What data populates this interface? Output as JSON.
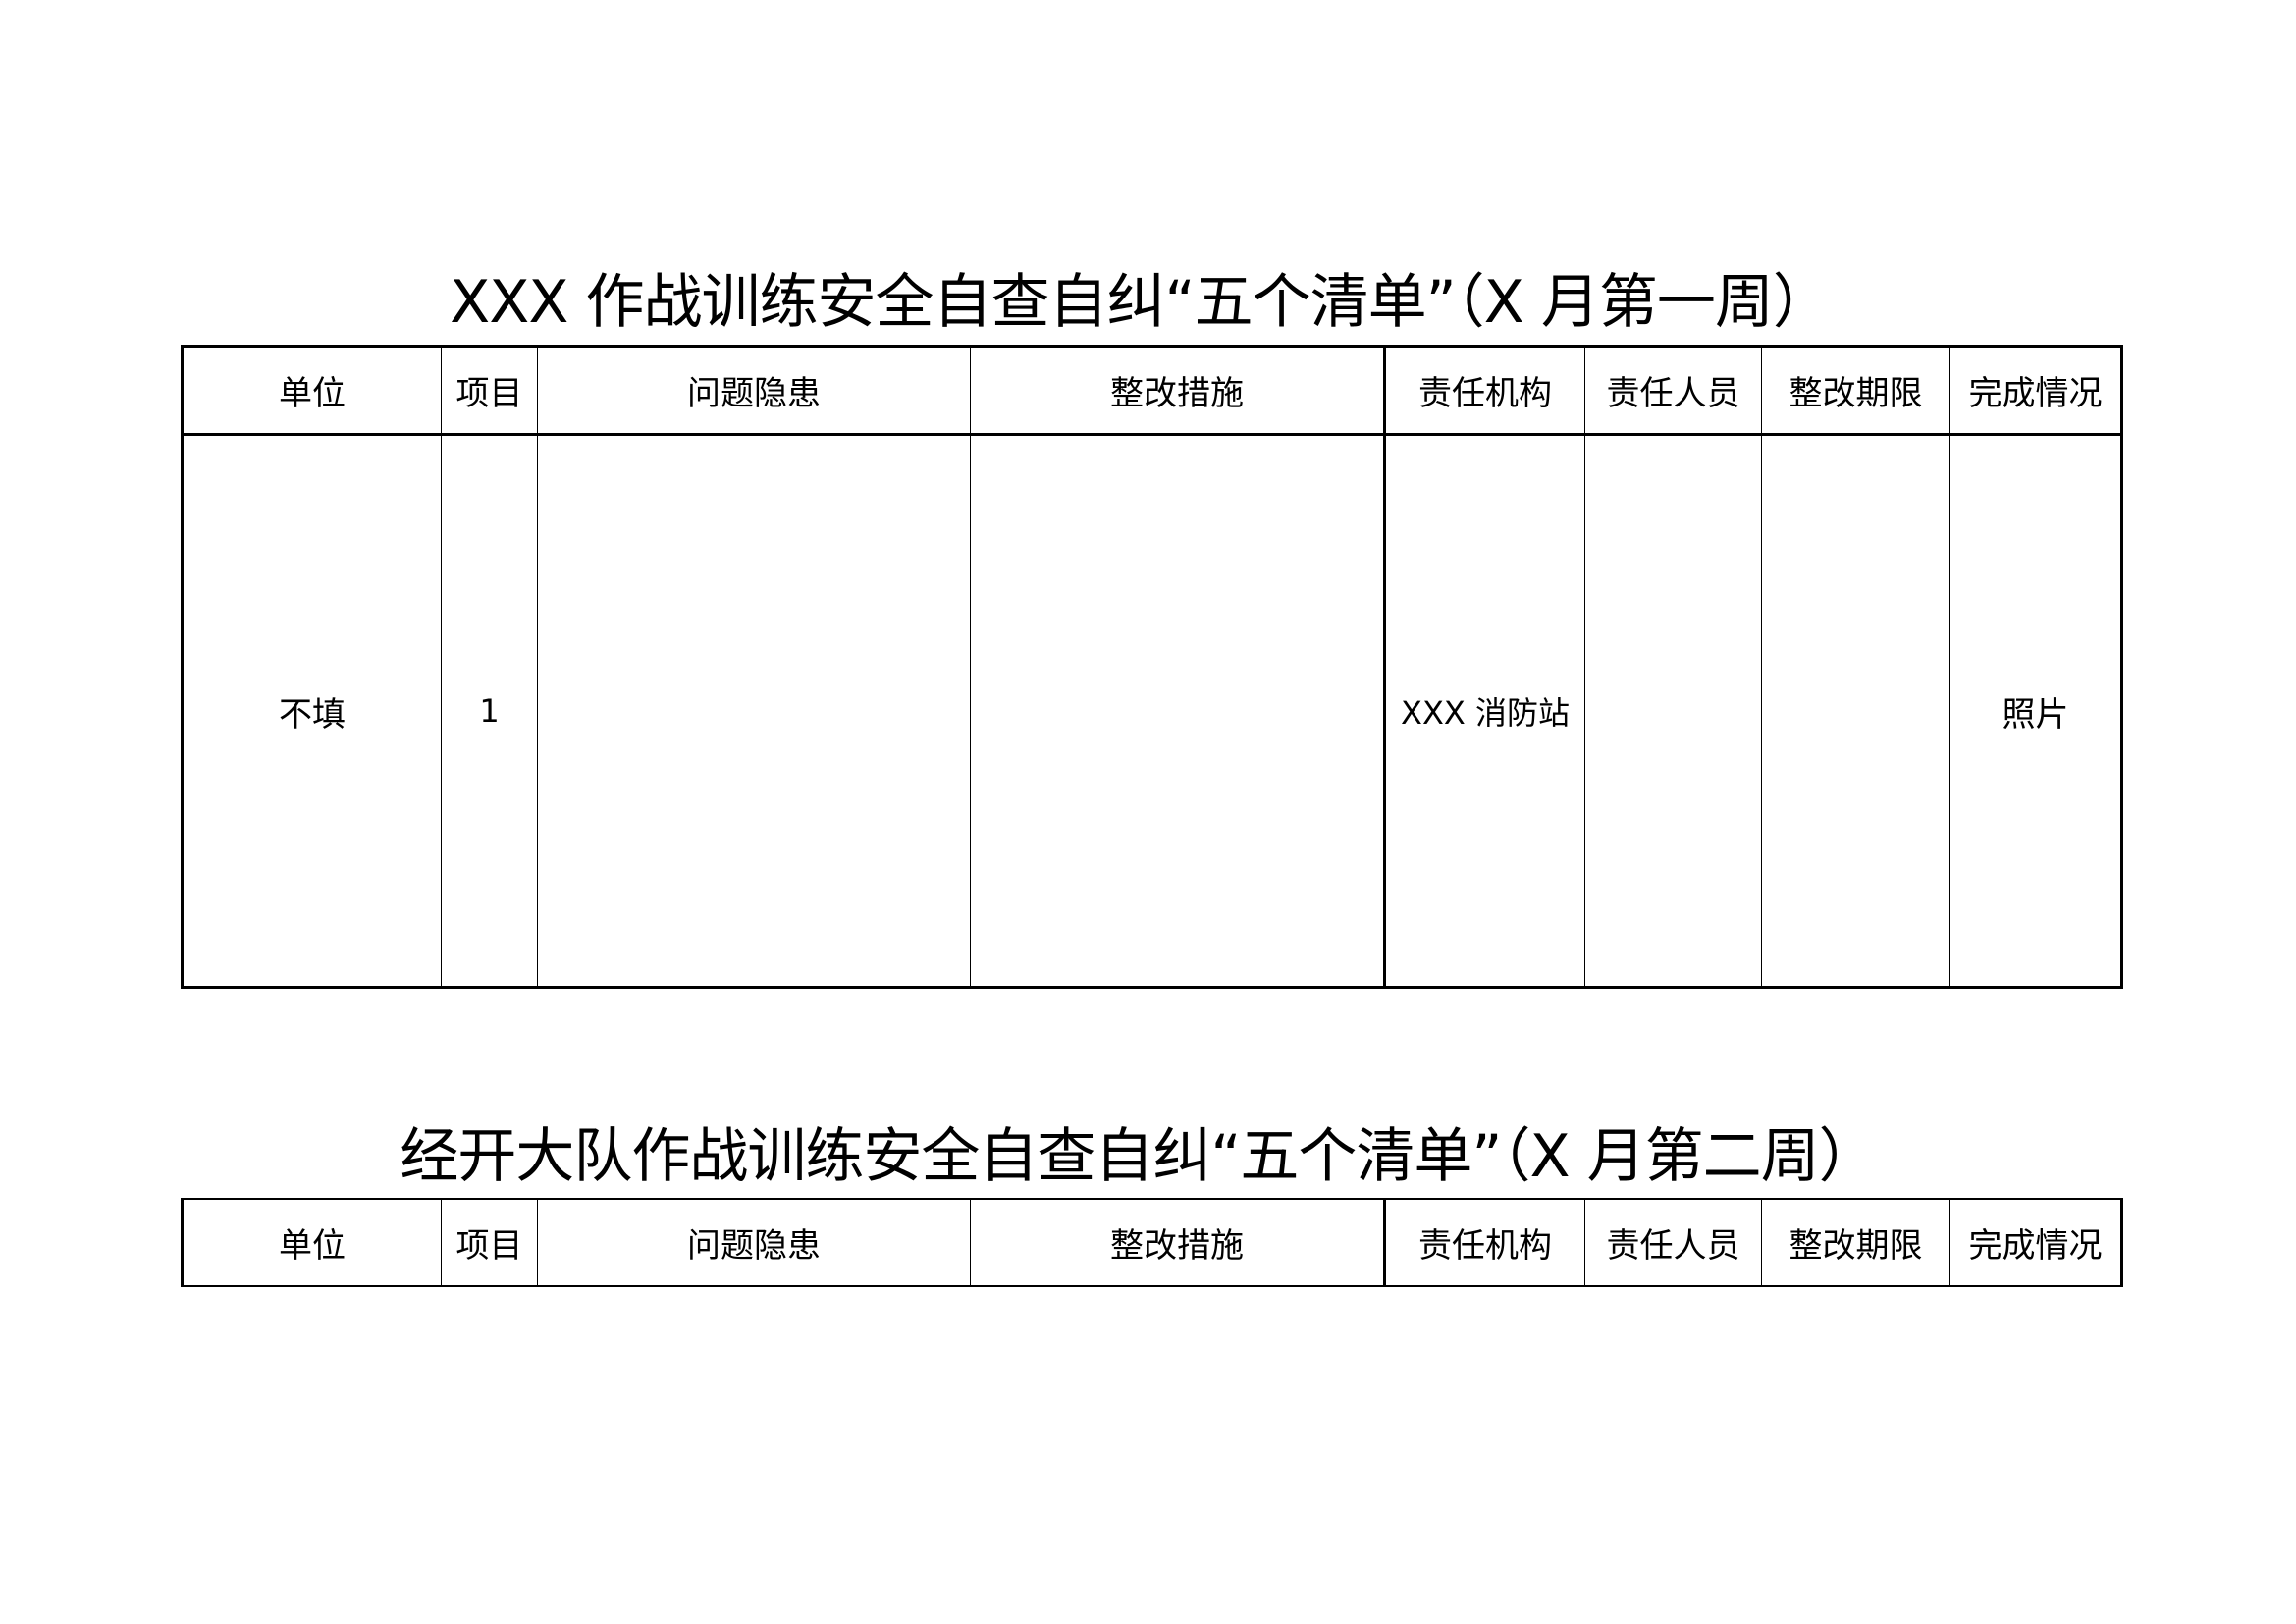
{
  "sections": [
    {
      "title": "XXX 作战训练安全自查自纠“五个清单”（X 月第一周）",
      "columns": [
        "单位",
        "项目",
        "问题隐患",
        "整改措施",
        "责任机构",
        "责任人员",
        "整改期限",
        "完成情况"
      ],
      "rows": [
        {
          "unit": "不填",
          "item": "1",
          "issue": "",
          "fix": "",
          "org": "XXX 消防站",
          "person": "",
          "deadline": "",
          "status": "照片"
        }
      ]
    },
    {
      "title": "经开大队作战训练安全自查自纠“五个清单”（X 月第二周）",
      "columns": [
        "单位",
        "项目",
        "问题隐患",
        "整改措施",
        "责任机构",
        "责任人员",
        "整改期限",
        "完成情况"
      ],
      "rows": []
    }
  ]
}
